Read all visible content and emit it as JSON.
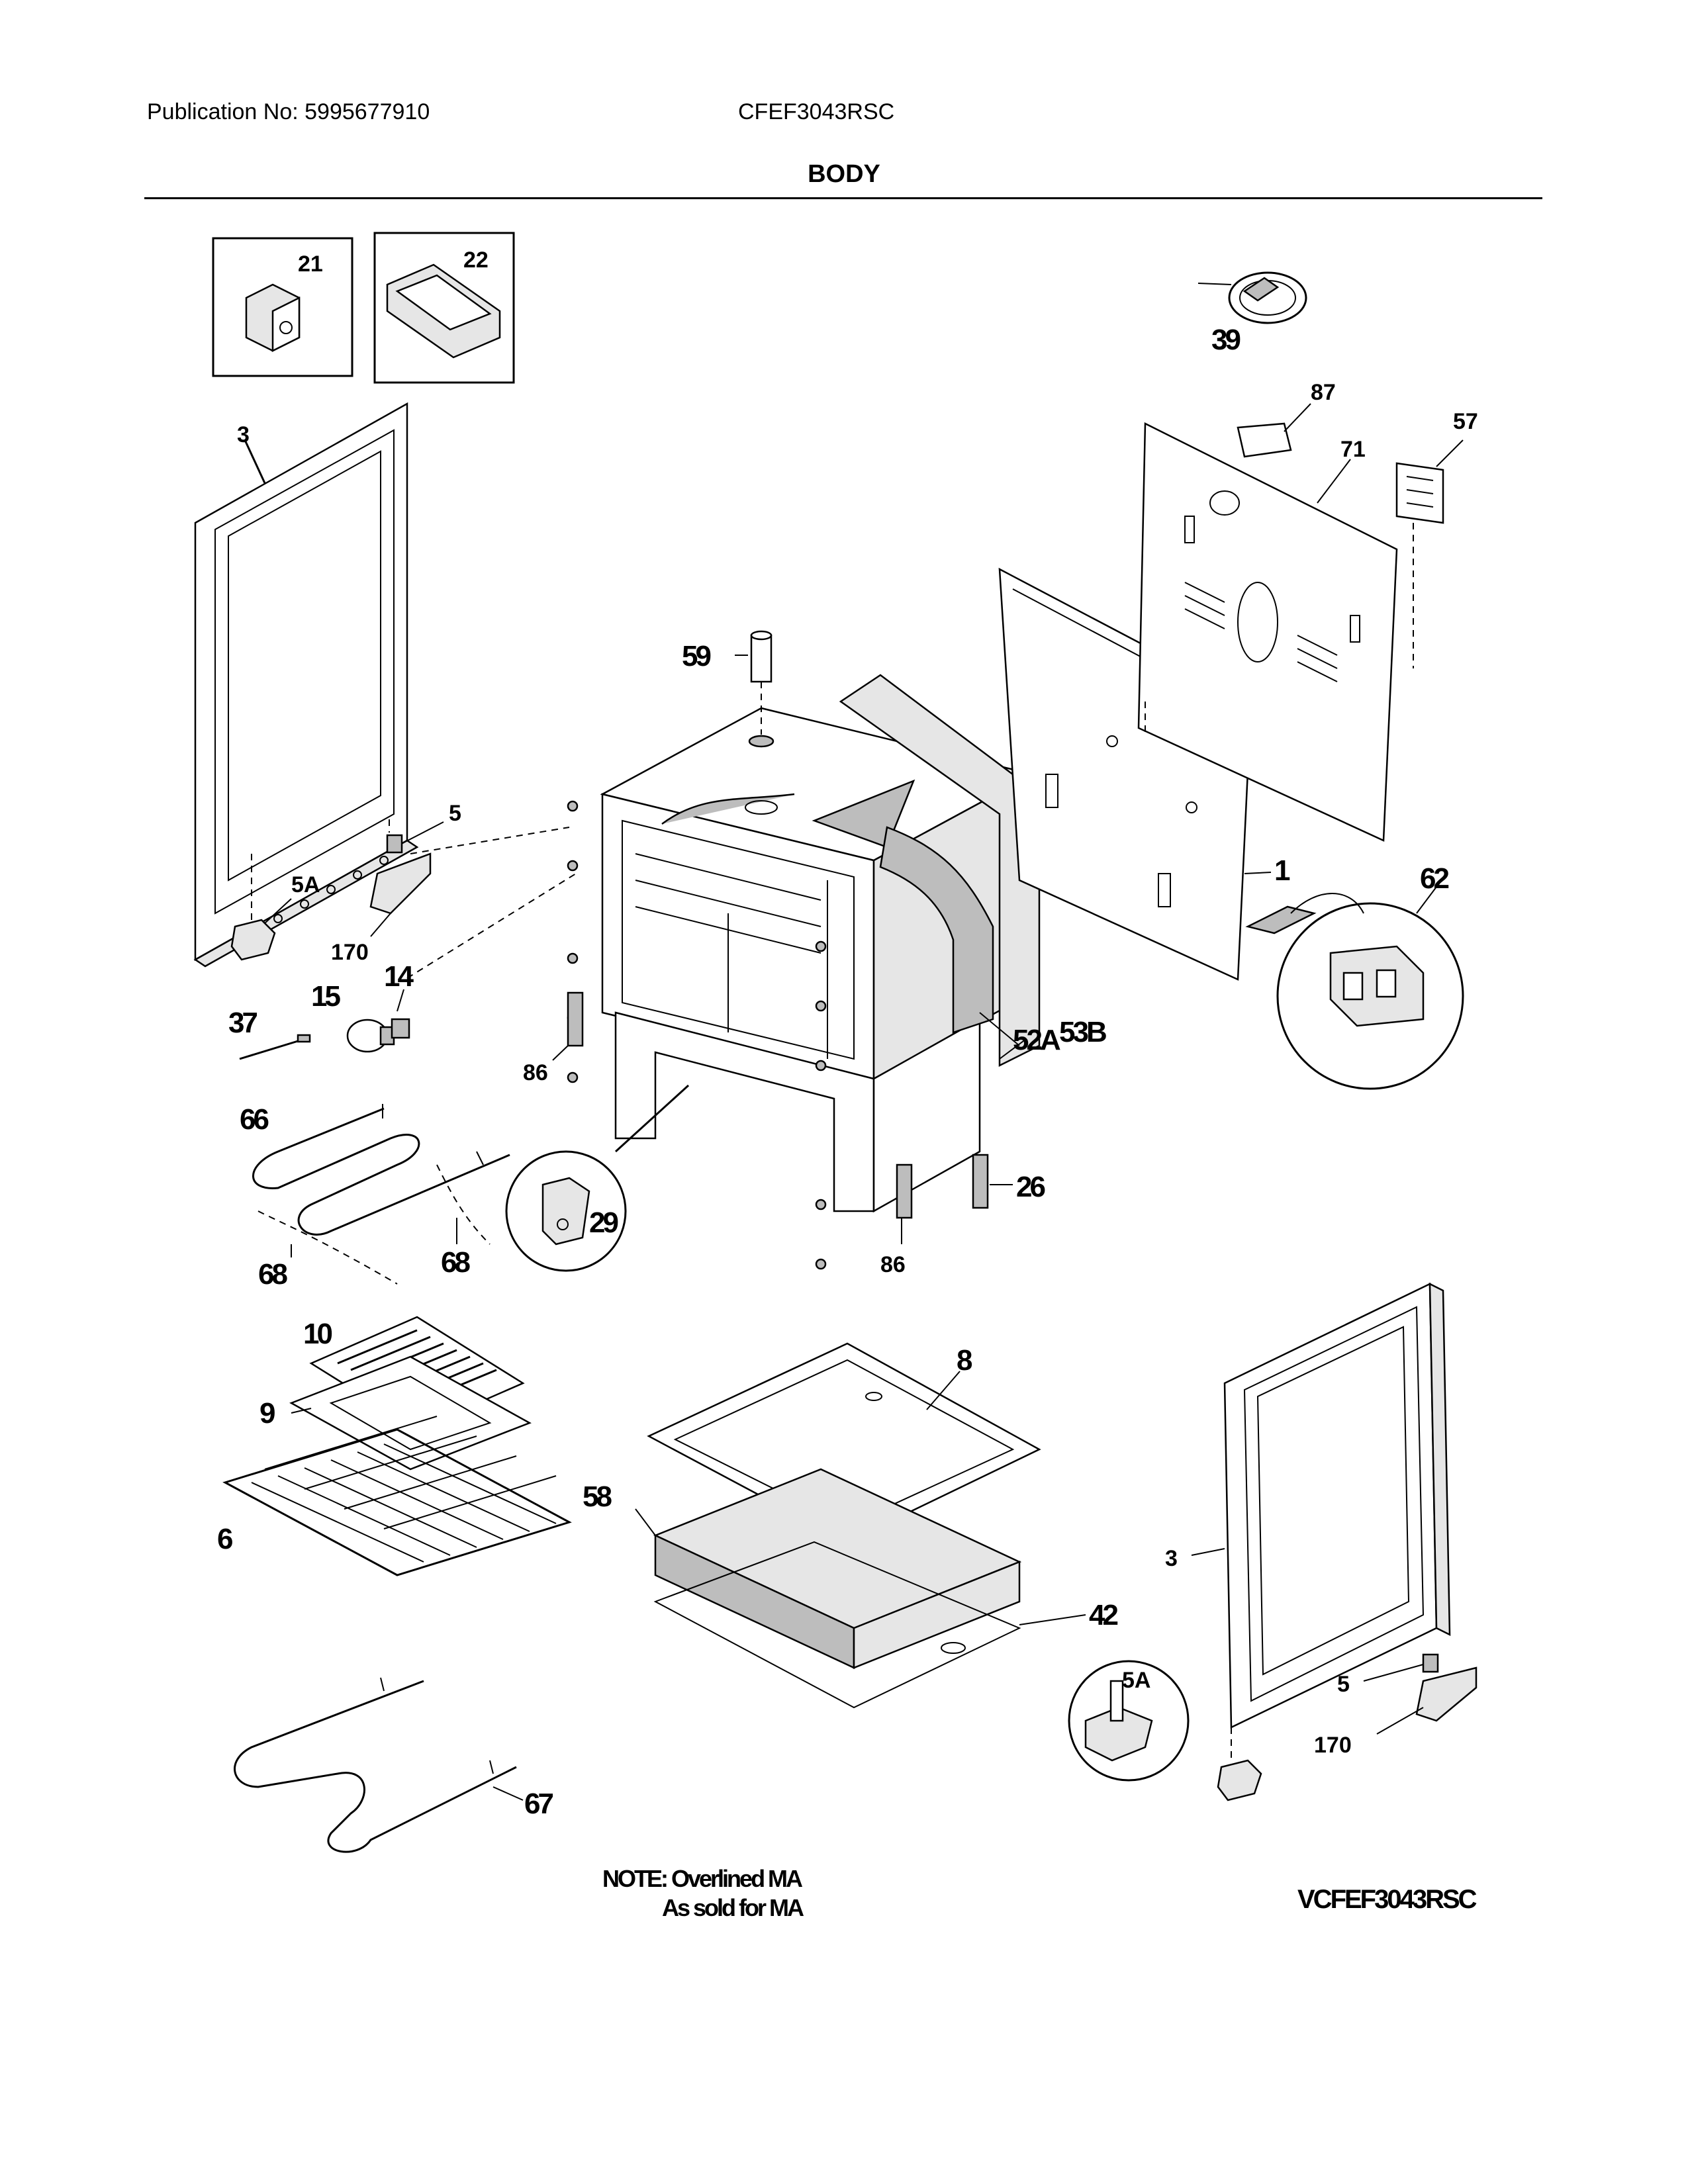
{
  "header": {
    "publication": "Publication No: 5995677910",
    "model": "CFEF3043RSC",
    "section_title": "BODY"
  },
  "callouts": {
    "c21": "21",
    "c22": "22",
    "c3_left": "3",
    "c5_left": "5",
    "c5A_left": "5A",
    "c170_left": "170",
    "c14": "14",
    "c15": "15",
    "c37": "37",
    "c86_left": "86",
    "c66": "66",
    "c68_left": "68",
    "c68_right": "68",
    "c29": "29",
    "c59": "59",
    "c39": "39",
    "c87": "87",
    "c57": "57",
    "c71": "71",
    "c1": "1",
    "c62": "62",
    "c52A": "52A",
    "c53B": "53B",
    "c26": "26",
    "c86_right": "86",
    "c10": "10",
    "c9": "9",
    "c6": "6",
    "c8": "8",
    "c58": "58",
    "c42": "42",
    "c67": "67",
    "c3_right": "3",
    "c5A_right": "5A",
    "c5_right": "5",
    "c170_right": "170"
  },
  "footer": {
    "note_line1": "NOTE: Overlined MA",
    "note_line2": "As sold for MA",
    "drawing_code": "VCFEF3043RSC"
  }
}
